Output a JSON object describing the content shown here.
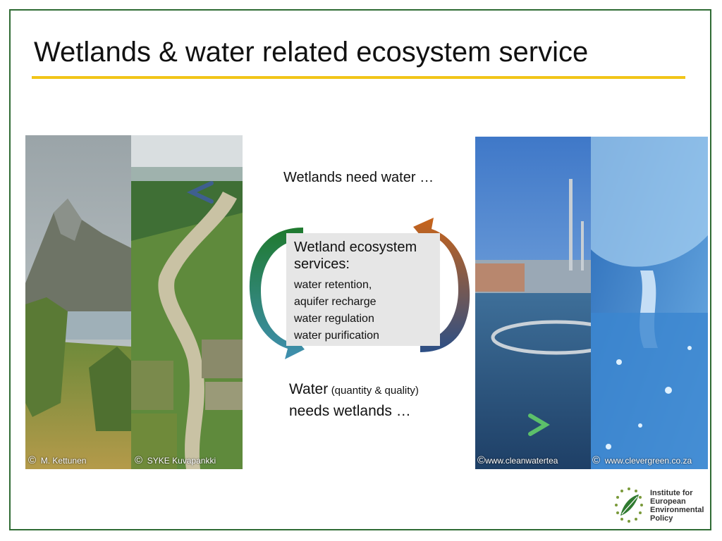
{
  "title": "Wetlands & water related ecosystem service",
  "arrows": {
    "top_label": "Wetlands need water …",
    "bottom_label_main": "Water",
    "bottom_label_paren": "(quantity & quality)",
    "bottom_label_line2": "needs wetlands …"
  },
  "center_box": {
    "heading": "Wetland ecosystem services:",
    "items": [
      "water retention,",
      "aquifer recharge",
      "water regulation",
      "water purification"
    ]
  },
  "photos": [
    {
      "credit_symbol": "©",
      "credit": "M. Kettunen"
    },
    {
      "credit_symbol": "©",
      "credit": "SYKE  Kuvapankki"
    },
    {
      "credit_symbol": "©",
      "credit": "www.cleanwatertea"
    },
    {
      "credit_symbol": "©",
      "credit": "www.clevergreen.co.za"
    }
  ],
  "logo": {
    "lines": [
      "Institute for",
      "European",
      "Environmental",
      "Policy"
    ]
  },
  "colors": {
    "frame": "#2f6b34",
    "title_rule": "#f2c518",
    "arrow_top": "#3f5f8f",
    "arrow_bottom": "#2e8a3c",
    "box_bg": "#e6e6e6"
  }
}
